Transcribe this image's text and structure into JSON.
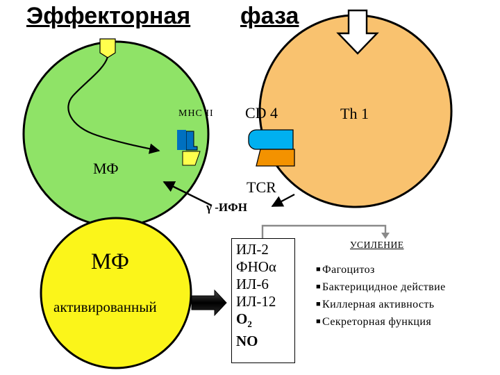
{
  "title": {
    "word1": "Эффекторная",
    "word2": "фаза"
  },
  "labels": {
    "mhc": "MHC II",
    "cd4": "CD 4",
    "th1": "Th 1",
    "mf_top": "МФ",
    "tcr": "TCR",
    "ifn": "γ -ИФН",
    "mf_bottom": "МФ",
    "activated": "активированный",
    "amplification": "УСИЛЕНИЕ"
  },
  "cytokines": [
    "ИЛ-2",
    "ФНОα",
    "ИЛ-6",
    "ИЛ-12"
  ],
  "chemicals": {
    "o2": "O",
    "o2_sub": "2",
    "no": "NO"
  },
  "effects": [
    "Фагоцитоз",
    "Бактерицидное действие",
    "Киллерная активность",
    "Секреторная функция"
  ],
  "colors": {
    "macrophage": "#8fe367",
    "activated_macrophage": "#fbf51a",
    "th1_cell": "#f9c26f",
    "cd4_receptor": "#00b0f0",
    "tcr_receptor": "#f39200",
    "mhc_receptor": "#0070c0",
    "antigen": "#ffff4d"
  }
}
